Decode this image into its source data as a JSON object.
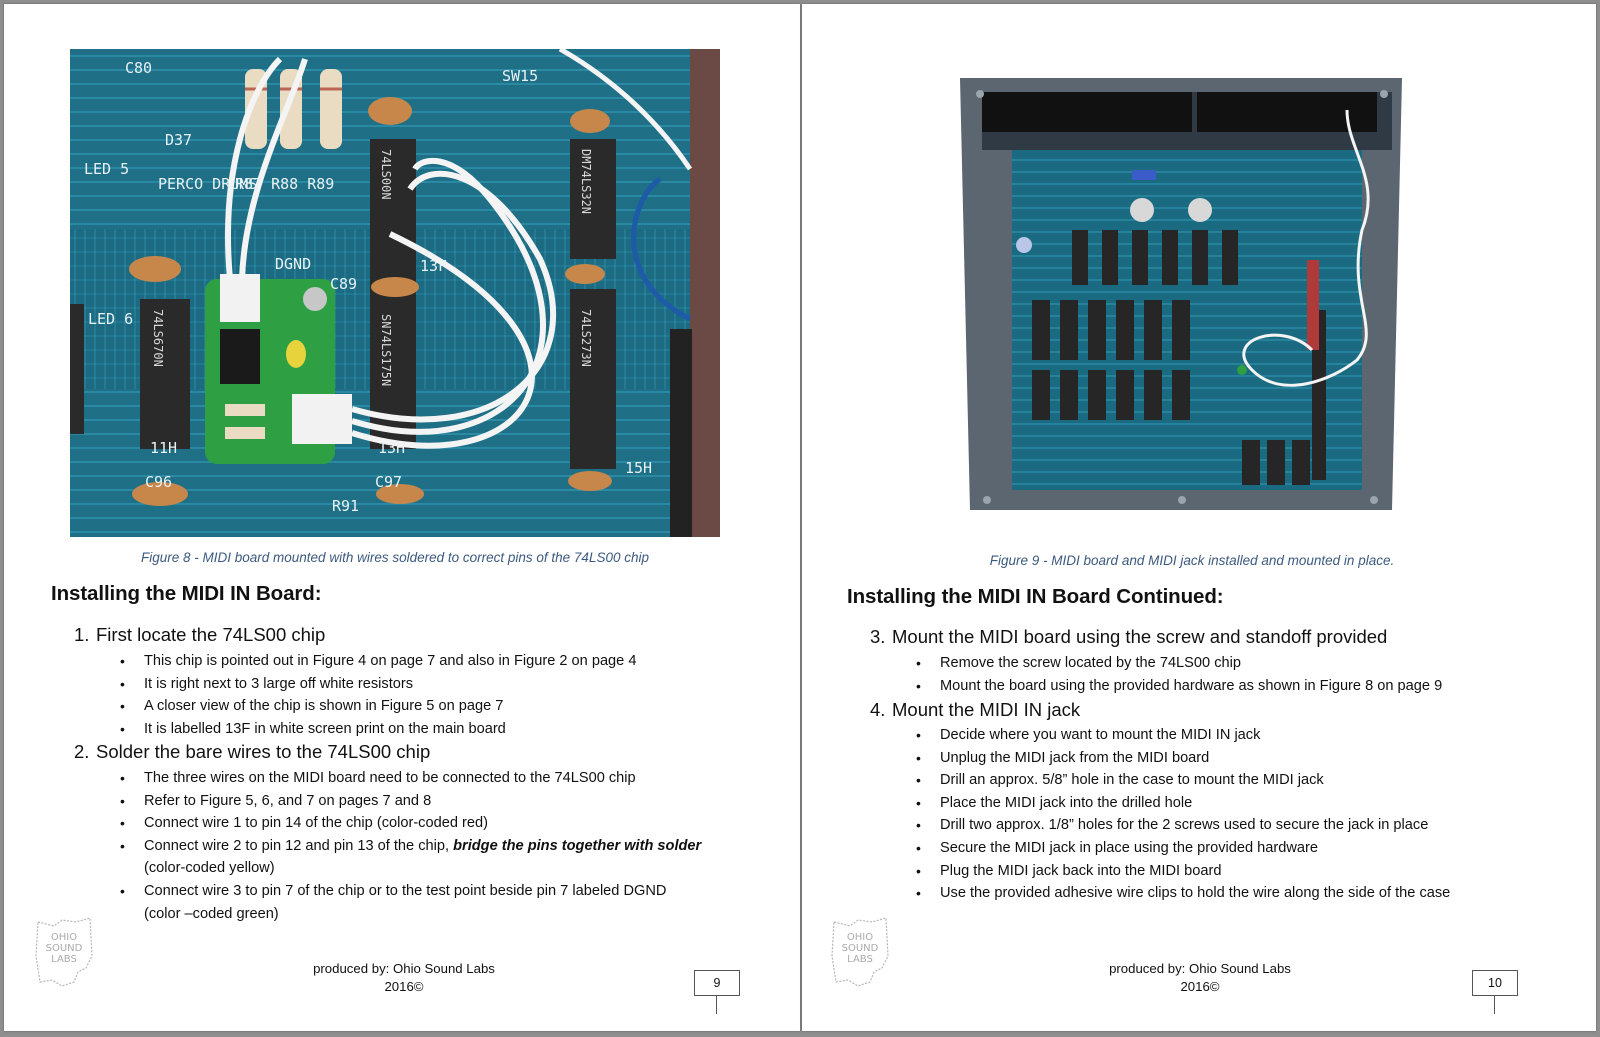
{
  "pages": [
    {
      "figure_caption": "Figure 8 - MIDI board mounted with wires soldered to correct pins of the 74LS00 chip",
      "heading": "Installing the MIDI IN Board:",
      "steps": [
        {
          "number": "1.",
          "title": "First locate the 74LS00 chip",
          "bullets": [
            "This chip is pointed out in Figure 4 on page 7 and also in Figure 2 on page 4",
            "It is right next to 3 large off white resistors",
            "A closer view of the chip is shown in Figure 5 on page 7",
            "It is labelled 13F in white screen print on the main board"
          ]
        },
        {
          "number": "2.",
          "title": "Solder the bare wires to the 74LS00 chip",
          "bullets": [
            "The three wires on the MIDI board need to be connected to the 74LS00 chip",
            "Refer to Figure 5, 6, and 7 on pages 7 and 8",
            "Connect wire 1 to pin 14 of the chip (color-coded red)"
          ],
          "bullet_bold": {
            "before": "Connect wire 2 to pin 12 and pin 13 of the chip, ",
            "emphasis": "bridge the pins together with solder",
            "after": "(color-coded yellow)"
          },
          "bullet_last": {
            "line1": "Connect wire 3 to pin 7 of the chip or to the test point beside pin 7 labeled DGND",
            "line2": "(color –coded green)"
          }
        }
      ],
      "footer": {
        "line1": "produced by: Ohio Sound Labs",
        "line2": "2016©"
      },
      "page_number": "9",
      "logo_words": [
        "OHIO",
        "SOUND",
        "LABS"
      ]
    },
    {
      "figure_caption": "Figure 9 - MIDI board and MIDI jack installed and mounted in place.",
      "heading": "Installing the MIDI IN Board Continued:",
      "steps": [
        {
          "number": "3.",
          "title": "Mount the MIDI board using the screw and standoff provided",
          "bullets": [
            "Remove the screw located by the 74LS00 chip",
            "Mount the board using the provided hardware as shown in Figure 8 on page 9"
          ]
        },
        {
          "number": "4.",
          "title": "Mount the MIDI IN jack",
          "bullets": [
            "Decide where you want to mount the MIDI IN jack",
            "Unplug the MIDI jack from the MIDI board",
            "Drill an approx. 5/8” hole in the case to mount the MIDI jack",
            "Place the MIDI jack into the drilled hole",
            "Drill two approx. 1/8” holes for the 2 screws used to secure the jack in place",
            "Secure the MIDI jack in place using the provided hardware",
            "Plug the MIDI jack back into the MIDI board",
            "Use the provided adhesive wire clips to hold the wire along the side of the case"
          ]
        }
      ],
      "footer": {
        "line1": "produced by: Ohio Sound Labs",
        "line2": "2016©"
      },
      "page_number": "10",
      "logo_words": [
        "OHIO",
        "SOUND",
        "LABS"
      ]
    }
  ],
  "photo_labels": {
    "chip_left": "74LS00N",
    "chip_right": "74LS273N",
    "chip_mid": "SN74LS175N",
    "chip_far": "74LS670N",
    "chip_top_right": "DM74LS32N",
    "pcb_dgnd": "DGND",
    "pcb_13f": "13F",
    "pcb_led5": "LED 5",
    "pcb_led6": "LED 6",
    "pcb_c89": "C89",
    "pcb_c97": "C97",
    "pcb_sw15": "SW15",
    "pcb_perco": "PERCO DRUMS",
    "pcb_d37": "D37",
    "pcb_r88": "R87  R88  R89",
    "pcb_11h": "11H",
    "pcb_15h": "15H",
    "pcb_13h": "13H",
    "pcb_r91": "R91",
    "pcb_c96": "C96"
  },
  "colors": {
    "pcb_blue": "#1f6f86",
    "midi_green": "#2ea043",
    "caption_blue": "#3c5a80",
    "case_gray": "#5b6670"
  }
}
